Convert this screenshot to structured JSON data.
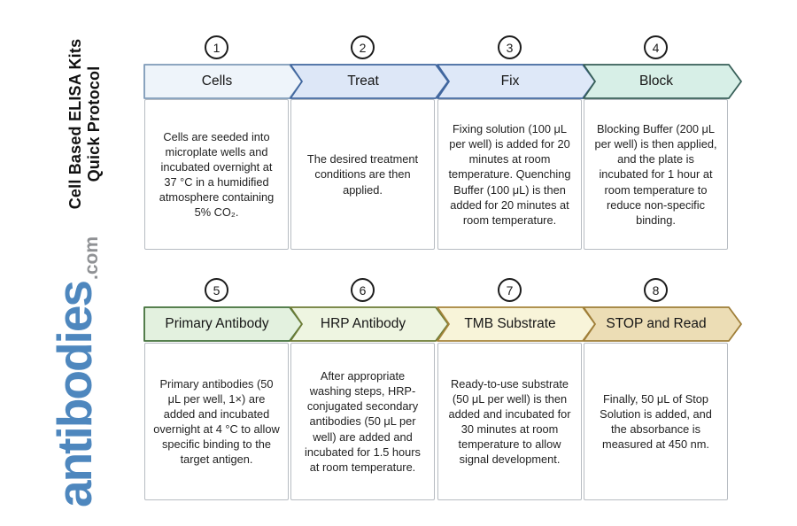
{
  "sidebar": {
    "heading_line1": "Cell Based ELISA Kits",
    "heading_line2": "Quick Protocol",
    "logo_text": "antibodies",
    "logo_suffix": ".com",
    "logo_color": "#4e87be",
    "logo_suffix_color": "#8f9194"
  },
  "steps": [
    {
      "number": "1",
      "title": "Cells",
      "description": "Cells are seeded into microplate wells and incubated overnight at 37 °C in a humidified atmosphere containing 5% CO₂.",
      "fill": "#eef4fa",
      "stroke": "#7e9ab8"
    },
    {
      "number": "2",
      "title": "Treat",
      "description": "The desired treatment conditions are then applied.",
      "fill": "#dde7f7",
      "stroke": "#41679f"
    },
    {
      "number": "3",
      "title": "Fix",
      "description": "Fixing solution (100 μL per well) is added for 20 minutes at room temperature. Quenching Buffer (100 μL) is then added for 20 minutes at room temperature.",
      "fill": "#dee8f8",
      "stroke": "#41679f"
    },
    {
      "number": "4",
      "title": "Block",
      "description": "Blocking Buffer (200 μL per well) is then applied, and the plate is incubated for 1 hour at room temperature to reduce non-specific binding.",
      "fill": "#d7efe7",
      "stroke": "#375f58"
    },
    {
      "number": "5",
      "title": "Primary Antibody",
      "description": "Primary antibodies (50 μL per well, 1×) are added and incubated overnight at 4 °C to allow specific binding to the target antigen.",
      "fill": "#e3f1df",
      "stroke": "#42703a"
    },
    {
      "number": "6",
      "title": "HRP Antibody",
      "description": "After appropriate washing steps, HRP-conjugated secondary antibodies (50 μL per well) are added and incubated for 1.5 hours at room temperature.",
      "fill": "#eef5e1",
      "stroke": "#6d7c36"
    },
    {
      "number": "7",
      "title": "TMB Substrate",
      "description": "Ready-to-use substrate (50 μL per well) is then added and incubated for 30 minutes at room temperature to allow signal development.",
      "fill": "#f8f4d9",
      "stroke": "#a5843a"
    },
    {
      "number": "8",
      "title": "STOP and Read",
      "description": "Finally, 50 μL of Stop Solution is added, and the absorbance is measured at 450 nm.",
      "fill": "#ecddb5",
      "stroke": "#9f7e38"
    }
  ]
}
